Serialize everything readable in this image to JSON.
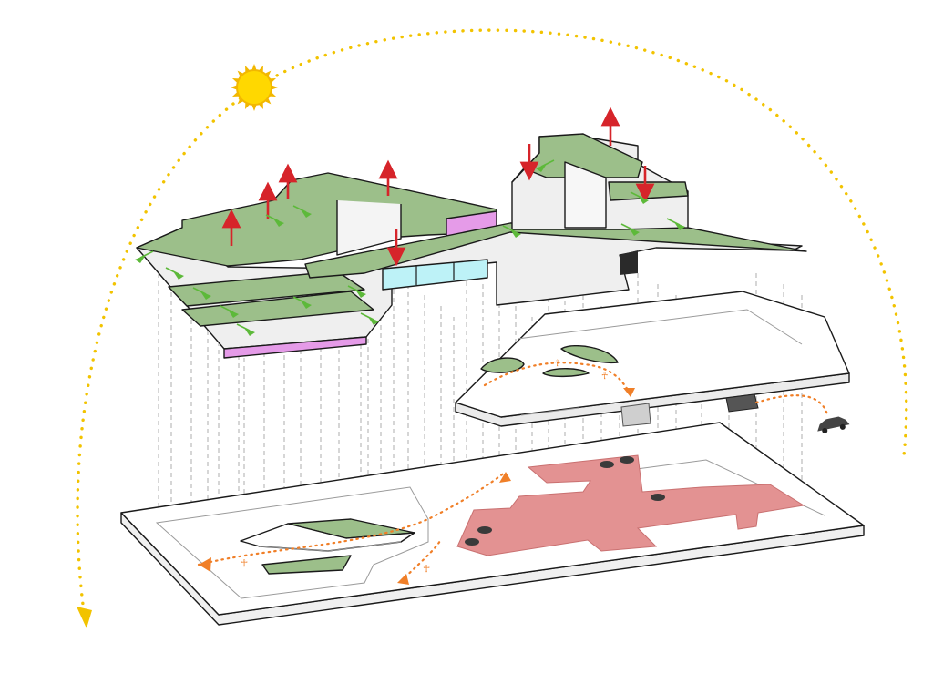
{
  "diagram": {
    "colors": {
      "background": "#ffffff",
      "roof_green": "#9cbf8a",
      "green_arrow": "#5db93a",
      "red_arrow": "#d6242a",
      "magenta_band": "#e59be8",
      "glazing_cyan": "#bdf2f7",
      "parking_red": "#e39292",
      "sun_yellow": "#ffd800",
      "sun_path_dots": "#f2c300",
      "circulation_orange": "#f07f28",
      "outline": "#1a1a1a"
    },
    "icons": [
      "sun-icon",
      "car-icon",
      "pedestrian-icon"
    ],
    "layers": [
      "roof-level",
      "ground-level",
      "basement-level"
    ]
  }
}
